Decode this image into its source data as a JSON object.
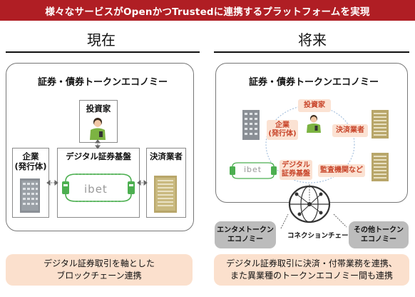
{
  "header": {
    "title": "様々なサービスがOpenかつTrustedに連携するプラットフォームを実現"
  },
  "current": {
    "heading": "現在",
    "panel_title": "証券・債券トークンエコノミー",
    "investor": "投資家",
    "issuer": "企業\n(発行体)",
    "platform": "デジタル証券基盤",
    "settlement": "決済業者",
    "logo_text": "ibet",
    "summary": "デジタル証券取引を軸とした\nブロックチェーン連携"
  },
  "future": {
    "heading": "将来",
    "panel_title": "証券・債券トークンエコノミー",
    "investor": "投資家",
    "issuer": "企業\n(発行体)",
    "settlement": "決済業者",
    "platform": "デジタル\n証券基盤",
    "auditor": "監査機関など",
    "logo_text": "ibet",
    "entertainment": "エンタメトークン\nエコノミー",
    "connection_chain": "コネクションチェーン",
    "other": "その他トークン\nエコノミー",
    "summary": "デジタル証券取引に決済・付帯業務を連携、\nまた異業種のトークンエコノミー間も連携"
  },
  "colors": {
    "banner": "#b01e24",
    "bubble_bg": "#fbe2d3",
    "bubble_text": "#c8452a",
    "summary_bg": "#fbe0cd",
    "chain": "#4caf50"
  }
}
